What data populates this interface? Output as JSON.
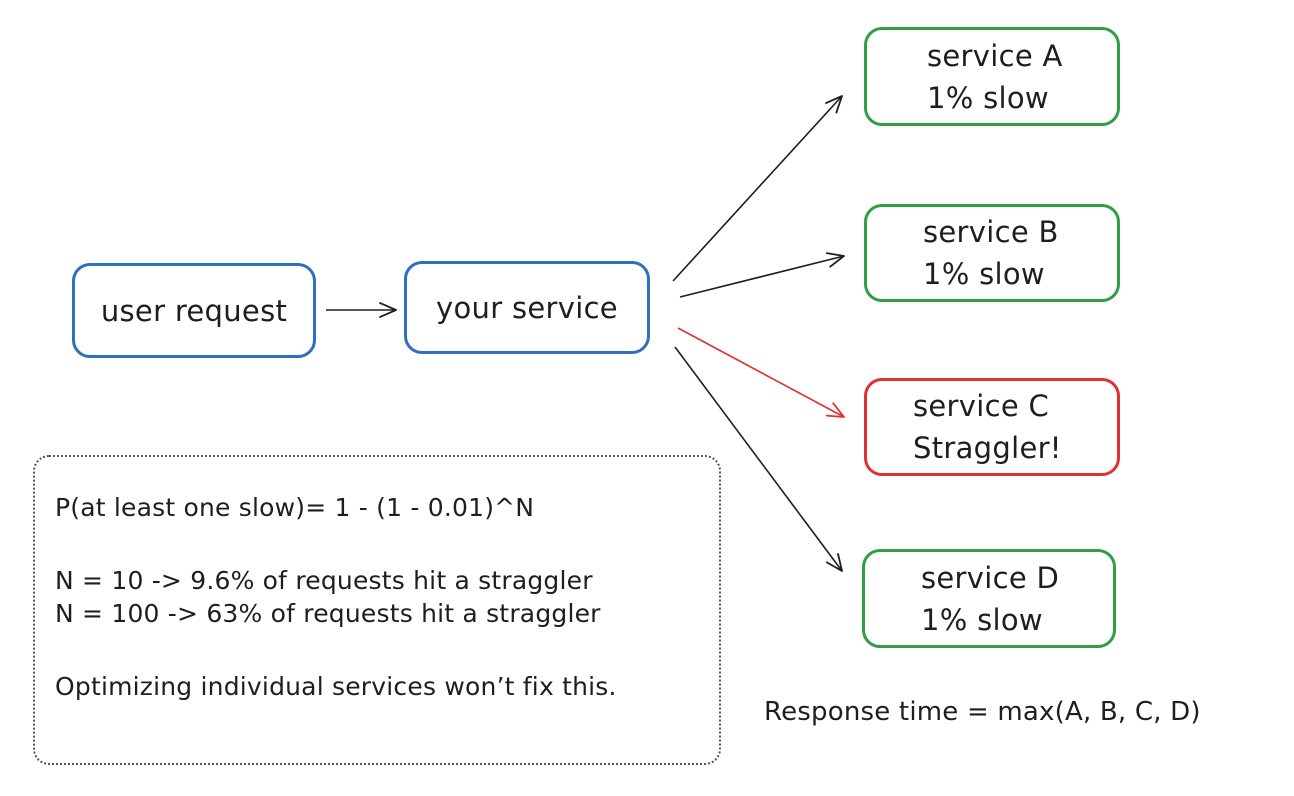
{
  "colors": {
    "blue": "#2f6fc0",
    "green": "#2f9e44",
    "red": "#e03131",
    "ink": "#1e1e1e",
    "dotted": "#555555"
  },
  "nodes": {
    "user_request": {
      "label": "user request"
    },
    "your_service": {
      "label": "your service"
    },
    "service_a": {
      "name": "service A",
      "status": "1% slow"
    },
    "service_b": {
      "name": "service B",
      "status": "1% slow"
    },
    "service_c": {
      "name": "service C",
      "status": "Straggler!"
    },
    "service_d": {
      "name": "service D",
      "status": "1% slow"
    }
  },
  "note": {
    "formula": "P(at least one slow)= 1 - (1 - 0.01)^N",
    "example_10": "N = 10 -> 9.6% of requests hit a straggler",
    "example_100": "N = 100 -> 63% of requests hit a straggler",
    "conclusion": "Optimizing individual services won’t fix this."
  },
  "footer": {
    "response_time": "Response time = max(A, B, C, D)"
  }
}
